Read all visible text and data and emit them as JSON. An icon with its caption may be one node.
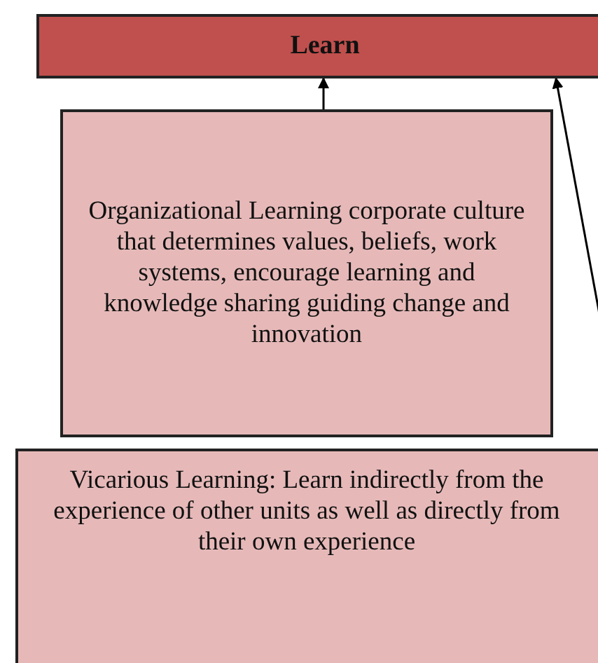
{
  "diagram": {
    "nodes": [
      {
        "text": [
          "Learn"
        ]
      },
      {
        "text": [
          "Organizational Learning corporate culture that determines values, beliefs, work systems, encourage learning and knowledge sharing guiding change and innovation"
        ]
      },
      {
        "text": [
          "Vicarious Learning: Learn indirectly from the experience of other units as well as directly from their own experience"
        ]
      }
    ],
    "edges": [
      {
        "from": 1,
        "to": 0,
        "arrow": "to"
      },
      {
        "from": null,
        "to": 0,
        "arrow": "to"
      }
    ]
  }
}
